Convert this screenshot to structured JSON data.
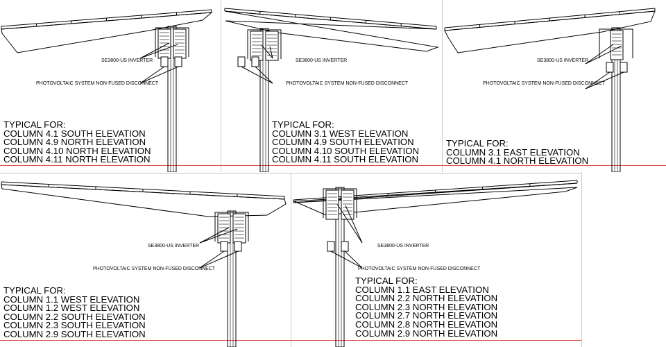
{
  "colors": {
    "ink": "#000000",
    "border": "#c9c9c9",
    "sheet_edge": "#e05050"
  },
  "panels": [
    {
      "inverter_label": "SE3800-US INVERTER",
      "disconnect_label": "PHOTOVOLTAIC SYSTEM  NON-FUSED DISCONNECT",
      "heading": "TYPICAL FOR:",
      "items": [
        "COLUMN 4.1 SOUTH ELEVATION",
        "COLUMN 4.9 NORTH ELEVATION",
        "COLUMN 4.10 NORTH ELEVATION",
        "COLUMN 4.11 NORTH ELEVATION"
      ]
    },
    {
      "inverter_label": "SE3800-US INVERTER",
      "disconnect_label": "PHOTOVOLTAIC SYSTEM  NON-FUSED DISCONNECT",
      "heading": "TYPICAL FOR:",
      "items": [
        "COLUMN 3.1 WEST ELEVATION",
        "COLUMN 4.9 SOUTH ELEVATION",
        "COLUMN 4.10 SOUTH ELEVATION",
        "COLUMN 4.11 SOUTH ELEVATION"
      ]
    },
    {
      "inverter_label": "SE3800-US INVERTER",
      "disconnect_label": "PHOTOVOLTAIC SYSTEM  NON-FUSED DISCONNECT",
      "heading": "TYPICAL FOR:",
      "items": [
        "COLUMN 3.1 EAST ELEVATION",
        "COLUMN 4.1 NORTH ELEVATION"
      ]
    },
    {
      "inverter_label": "SE3800-US INVERTER",
      "disconnect_label": "PHOTOVOLTAIC SYSTEM  NON-FUSED DISCONNECT",
      "heading": "TYPICAL FOR:",
      "items": [
        "COLUMN 1.1 WEST ELEVATION",
        "COLUMN 1.2 WEST ELEVATION",
        "COLUMN 2.2 SOUTH ELEVATION",
        "COLUMN 2.3 SOUTH ELEVATION",
        "COLUMN 2.9 SOUTH ELEVATION"
      ]
    },
    {
      "inverter_label": "SE3800-US INVERTER",
      "disconnect_label": "PHOTOVOLTAIC SYSTEM  NON-FUSED DISCONNECT",
      "heading": "TYPICAL FOR:",
      "items": [
        "COLUMN 1.1 EAST ELEVATION",
        "COLUMN 2.2 NORTH ELEVATION",
        "COLUMN 2.3 NORTH ELEVATION",
        "COLUMN 2.7 NORTH ELEVATION",
        "COLUMN 2.8 NORTH ELEVATION",
        "COLUMN 2.9 NORTH ELEVATION"
      ]
    }
  ]
}
